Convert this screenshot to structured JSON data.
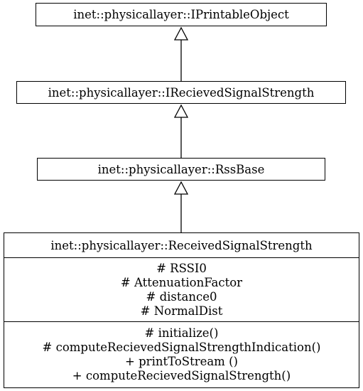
{
  "diagram": {
    "classes": [
      {
        "id": "iprintable",
        "name": "inet::physicallayer::IPrintableObject"
      },
      {
        "id": "irss",
        "name": "inet::physicallayer::IRecievedSignalStrength"
      },
      {
        "id": "rssbase",
        "name": "inet::physicallayer::RssBase"
      }
    ],
    "main_class": {
      "name": "inet::physicallayer::ReceivedSignalStrength",
      "attributes": [
        "# RSSI0",
        "# AttenuationFactor",
        "# distance0",
        "# NormalDist"
      ],
      "operations": [
        "# initialize()",
        "# computeRecievedSignalStrengthIndication()",
        "+ printToStream ()",
        "+ computeRecievedSignalStrength()"
      ]
    },
    "relations": [
      {
        "from": "irss",
        "to": "iprintable",
        "type": "generalization"
      },
      {
        "from": "rssbase",
        "to": "irss",
        "type": "generalization"
      },
      {
        "from": "main",
        "to": "rssbase",
        "type": "generalization"
      }
    ],
    "colors": {
      "stroke": "#000000",
      "fill": "#ffffff"
    }
  }
}
